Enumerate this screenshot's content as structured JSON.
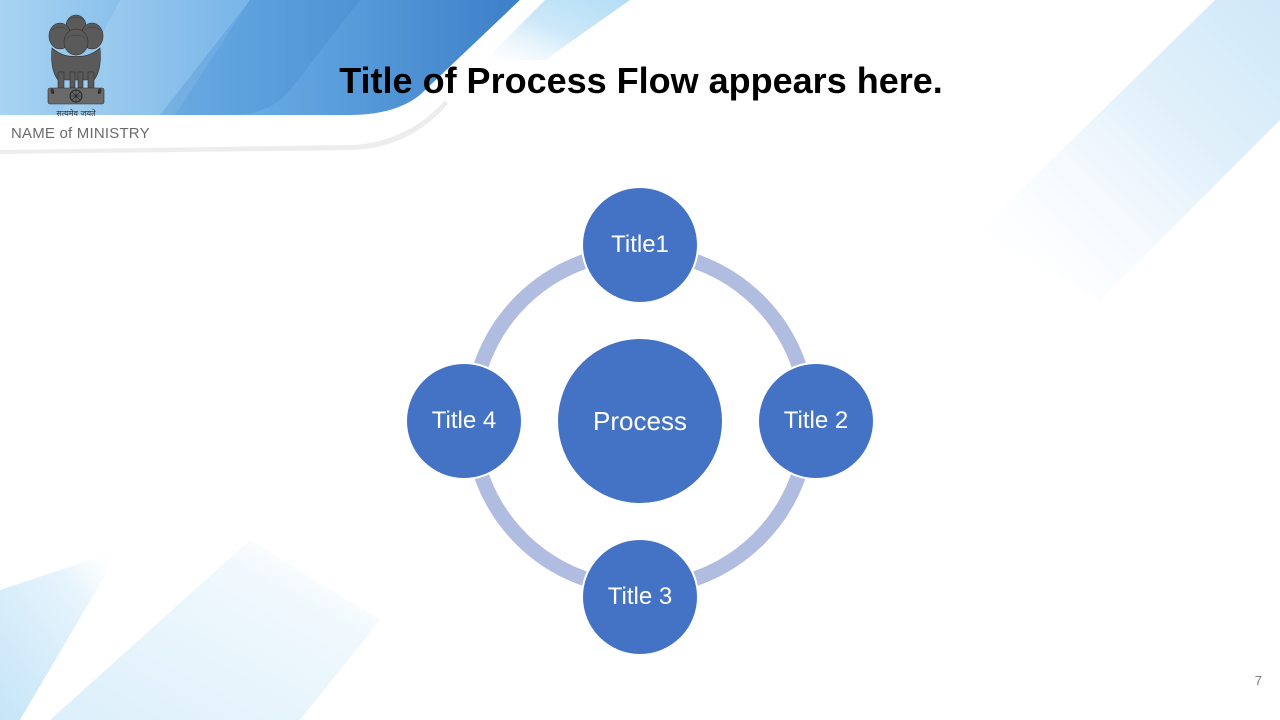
{
  "header": {
    "ministry": "NAME of MINISTRY",
    "emblem_motto": "सत्यमेव जयते",
    "emblem_icon": "state-emblem-icon"
  },
  "slide": {
    "title": "Title of Process Flow appears here.",
    "page_number": "7"
  },
  "process_flow": {
    "center": "Process",
    "nodes": {
      "top": "Title1",
      "right": "Title 2",
      "bottom": "Title 3",
      "left": "Title 4"
    }
  },
  "colors": {
    "node_fill": "#4472c4",
    "ring": "#b0bde0",
    "accent_blue": "#4a90d9",
    "light_blue": "#8ecdf0"
  }
}
